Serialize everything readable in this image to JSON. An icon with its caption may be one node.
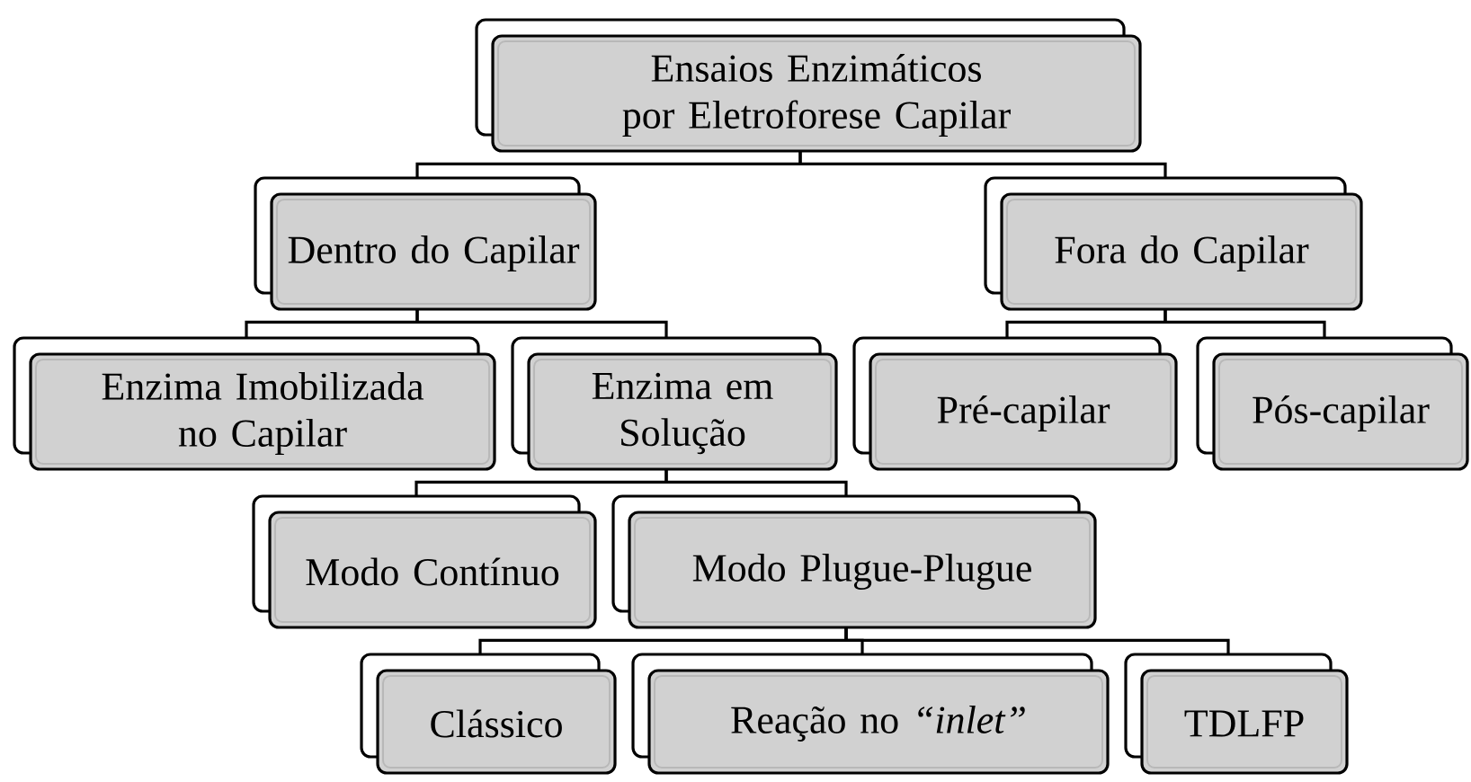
{
  "diagram": {
    "nodes": [
      {
        "text": [
          "Ensaios Enzimáticos por Eletroforese Capilar"
        ]
      },
      {
        "text": [
          "Dentro do Capilar"
        ]
      },
      {
        "text": [
          "Fora do Capilar"
        ]
      },
      {
        "text": [
          "Enzima Imobilizada no Capilar"
        ]
      },
      {
        "text": [
          "Enzima em Solução"
        ]
      },
      {
        "text": [
          "Pré-capilar"
        ]
      },
      {
        "text": [
          "Pós-capilar"
        ]
      },
      {
        "text": [
          "Modo Contínuo"
        ]
      },
      {
        "text": [
          "Modo Plugue-Plugue"
        ]
      },
      {
        "text": [
          "Clássico"
        ]
      },
      {
        "text": [
          "Reação no *“inlet”*"
        ]
      },
      {
        "text": [
          "TDLFP"
        ]
      }
    ],
    "edges": [
      {
        "from": 0,
        "to": 1,
        "arrow": "none"
      },
      {
        "from": 0,
        "to": 2,
        "arrow": "none"
      },
      {
        "from": 1,
        "to": 3,
        "arrow": "none"
      },
      {
        "from": 1,
        "to": 4,
        "arrow": "none"
      },
      {
        "from": 2,
        "to": 5,
        "arrow": "none"
      },
      {
        "from": 2,
        "to": 6,
        "arrow": "none"
      },
      {
        "from": 4,
        "to": 7,
        "arrow": "none"
      },
      {
        "from": 4,
        "to": 8,
        "arrow": "none"
      },
      {
        "from": 8,
        "to": 9,
        "arrow": "none"
      },
      {
        "from": 8,
        "to": 10,
        "arrow": "none"
      },
      {
        "from": 8,
        "to": 11,
        "arrow": "none"
      }
    ]
  }
}
